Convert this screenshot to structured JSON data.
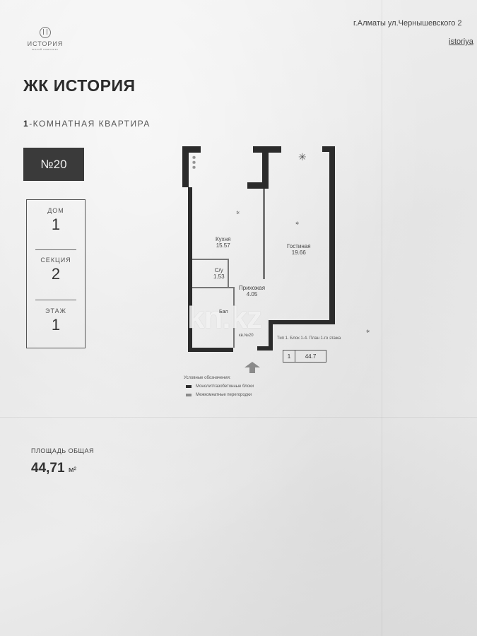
{
  "header": {
    "logo_name": "ИСТОРИЯ",
    "logo_sub": "жилой комплекс",
    "address": "г.Алматы ул.Чернышевского 2",
    "site": "istoriya"
  },
  "title": "ЖК ИСТОРИЯ",
  "subtitle": {
    "count": "1",
    "rest": "-КОМНАТНАЯ КВАРТИРА"
  },
  "apartment_number": "№20",
  "info": [
    {
      "label": "ДОМ",
      "value": "1"
    },
    {
      "label": "СЕКЦИЯ",
      "value": "2"
    },
    {
      "label": "ЭТАЖ",
      "value": "1"
    }
  ],
  "area": {
    "label": "ПЛОЩАДЬ ОБЩАЯ",
    "value": "44,71",
    "unit": "м²"
  },
  "plan": {
    "rooms": [
      {
        "name": "Кухня",
        "area": "15.57"
      },
      {
        "name": "Гостиная",
        "area": "19.66"
      },
      {
        "name": "С/у",
        "area": "1.53"
      },
      {
        "name": "Прихожая",
        "area": "4.05"
      }
    ],
    "balcony_hint": "Бал",
    "entrance_label": "кв.№20",
    "plan_caption": "Тип 1. Блок 1-4. План 1-го этажа",
    "box_left": "1",
    "box_right": "44.7",
    "legend_title": "Условные обозначения:",
    "legend": [
      {
        "label": "Монолит/газобетонные блоки",
        "color": "#2b2b2b"
      },
      {
        "label": "Межкомнатные перегородки",
        "color": "#8a8a8a"
      }
    ]
  },
  "watermark": "kn.kz",
  "colors": {
    "walls": "#2b2b2b",
    "badge": "#3a3a3a",
    "paper": "#ececec"
  }
}
